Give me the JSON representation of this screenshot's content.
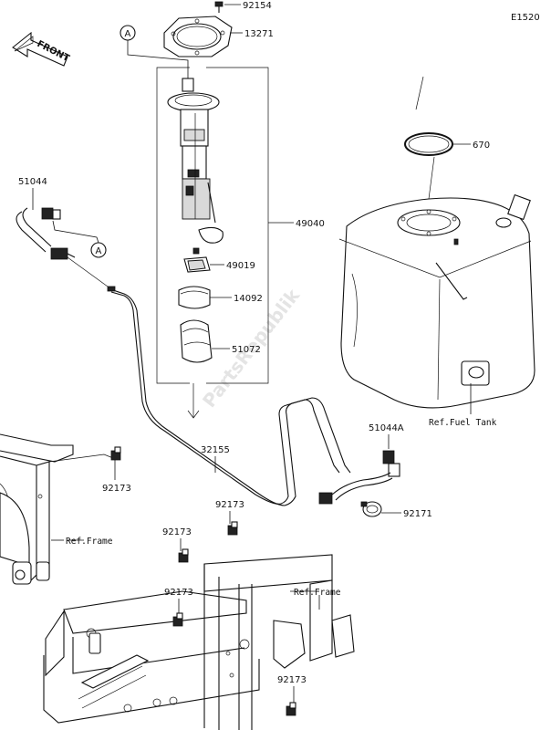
{
  "diagram_code": "E1520",
  "front_label": "FRONT",
  "watermark": "PartsRepublik",
  "callout_letter": "A",
  "parts": {
    "bolt_top": "92154",
    "gasket": "13271",
    "o_ring": "670",
    "pump_assy": "49040",
    "filter": "49019",
    "bracket": "14092",
    "holder": "51072",
    "hose_left": "51044",
    "pipe": "32155",
    "hose_right": "51044A",
    "clamp": "92171",
    "clip_1": "92173",
    "clip_2": "92173",
    "clip_3": "92173",
    "clip_4": "92173",
    "clip_5": "92173"
  },
  "refs": {
    "fuel_tank": "Ref.Fuel Tank",
    "frame_left": "Ref.Frame",
    "frame_right": "Ref.Frame"
  }
}
